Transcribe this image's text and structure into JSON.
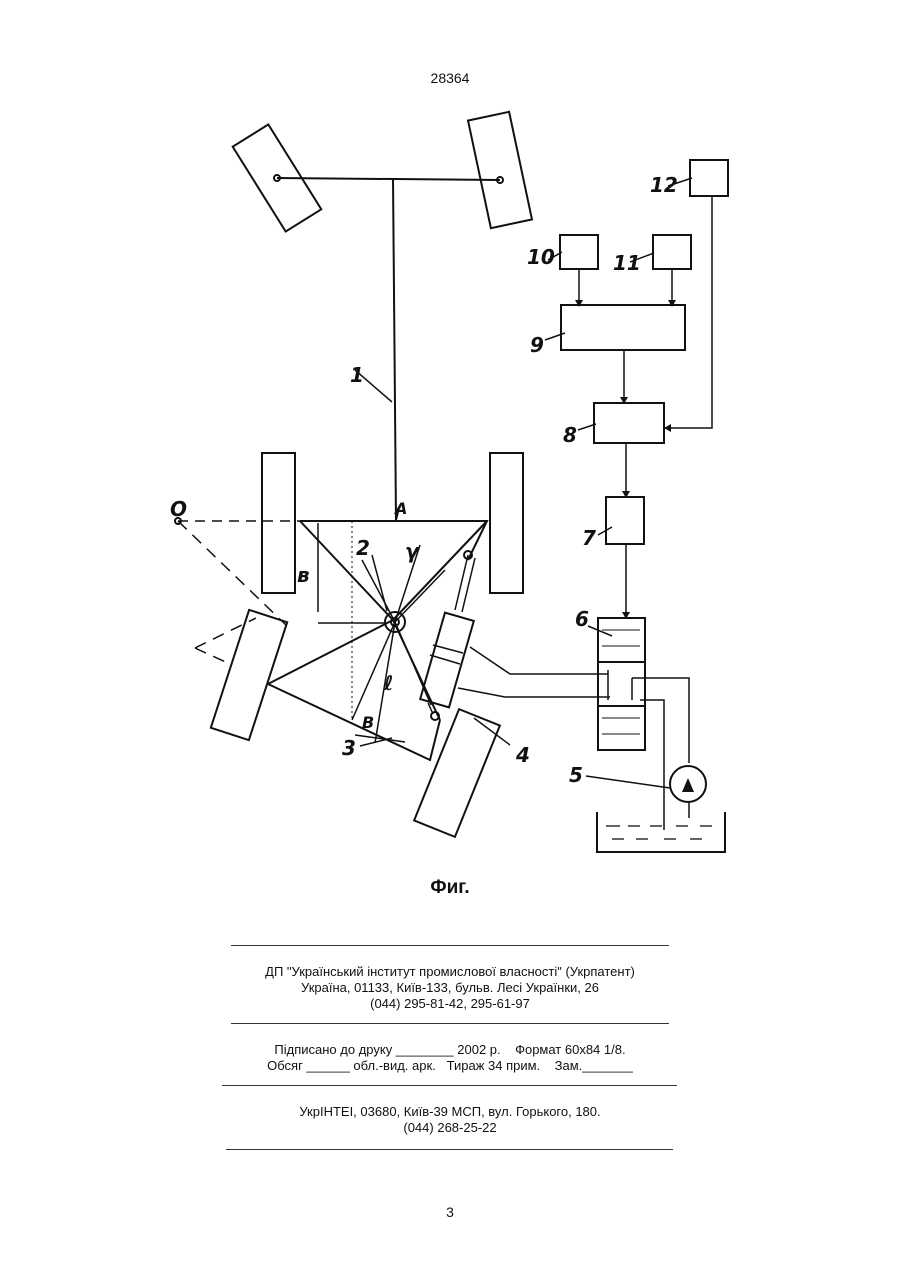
{
  "header": {
    "doc_number": "28364"
  },
  "figure": {
    "caption": "Фиг.",
    "labels": {
      "n1": "1",
      "n2": "2",
      "n3": "3",
      "n4": "4",
      "n5": "5",
      "n6": "6",
      "n7": "7",
      "n8": "8",
      "n9": "9",
      "n10": "10",
      "n11": "11",
      "n12": "12",
      "O": "O",
      "A": "A",
      "B": "B",
      "gamma": "γ",
      "b": "в",
      "l": "ℓ"
    }
  },
  "imprint": {
    "publisher_line1": "ДП \"Український інститут промислової власності\" (Укрпатент)",
    "publisher_line2": "Україна, 01133, Київ-133, бульв. Лесі Українки, 26",
    "publisher_line3": "(044) 295-81-42, 295-61-97",
    "print_line1": "Підписано до друку ________ 2002 р.    Формат 60х84 1/8.",
    "print_line2": "Обсяг ______ обл.-вид. арк.   Тираж 34 прим.    Зам._______",
    "printer_line1": "УкрІНТЕІ, 03680, Київ-39 МСП, вул. Горького, 180.",
    "printer_line2": "(044) 268-25-22"
  },
  "footer": {
    "page_number": "3"
  }
}
